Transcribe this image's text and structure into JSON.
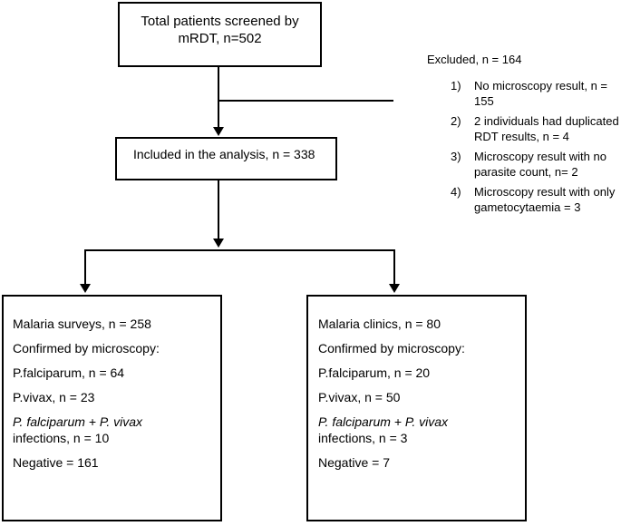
{
  "top_box": {
    "text": "Total patients screened by mRDT, n=502"
  },
  "middle_box": {
    "text": "Included in the analysis, n = 338"
  },
  "excluded": {
    "title": "Excluded, n = 164",
    "items": [
      {
        "num": "1)",
        "text": "No microscopy result, n = 155"
      },
      {
        "num": "2)",
        "text": "2 individuals had duplicated RDT results, n = 4"
      },
      {
        "num": "3)",
        "text": "Microscopy result with no parasite count, n= 2"
      },
      {
        "num": "4)",
        "text": "Microscopy result with only gametocytaemia  = 3"
      }
    ]
  },
  "left_panel": {
    "title": "Malaria surveys, n = 258",
    "confirmed": "Confirmed by microscopy:",
    "pf": "P.falciparum, n = 64",
    "pv": "P.vivax, n =  23",
    "mixed_italic": "P. falciparum + P. vivax",
    "mixed_rest": "infections, n = 10",
    "negative": "Negative = 161"
  },
  "right_panel": {
    "title": "Malaria clinics, n = 80",
    "confirmed": "Confirmed by microscopy:",
    "pf": "P.falciparum, n = 20",
    "pv": "P.vivax, n =  50",
    "mixed_italic": "P. falciparum + P. vivax",
    "mixed_rest": "infections, n = 3",
    "negative": "Negative = 7"
  }
}
